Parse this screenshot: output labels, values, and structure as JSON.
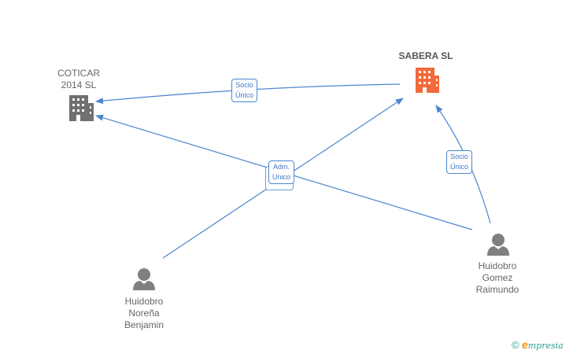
{
  "nodes": {
    "coticar": {
      "line1": "COTICAR",
      "line2": "2014  SL"
    },
    "sabera": {
      "name": "SABERA SL"
    },
    "benjamin": {
      "line1": "Huidobro",
      "line2": "Noreña",
      "line3": "Benjamin"
    },
    "raimundo": {
      "line1": "Huidobro",
      "line2": "Gomez",
      "line3": "Raimundo"
    }
  },
  "edges": {
    "sabera_coticar": {
      "line1": "Socio",
      "line2": "Único"
    },
    "benjamin_adm": {
      "line1": "Adm.",
      "line2": "Unico"
    },
    "raimundo_sabera": {
      "line1": "Socio",
      "line2": "Único"
    }
  },
  "footer": {
    "copyright": "©",
    "brand_initial": "e",
    "brand_rest": "mpresia"
  },
  "colors": {
    "edge": "#4a86d0",
    "company_main": "#f26a3a",
    "company_other": "#707070",
    "person": "#808080"
  }
}
